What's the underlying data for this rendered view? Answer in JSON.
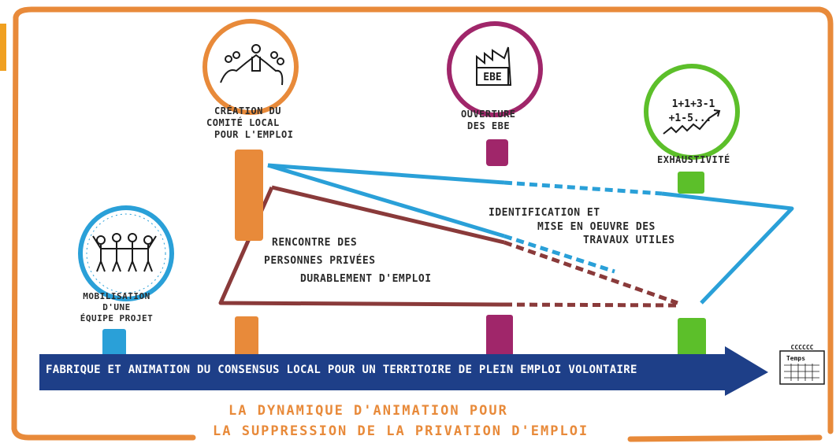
{
  "colors": {
    "frame": "#e88a3a",
    "blue": "#2aa0d8",
    "orange": "#e88a3a",
    "purple": "#a0266a",
    "green": "#5cbf2a",
    "brown": "#8a3a3a",
    "arrow": "#1e3f88"
  },
  "milestones": {
    "m1": {
      "label_lines": [
        "Mobilisation",
        "d'une",
        "équipe projet"
      ],
      "icon": "people-icon"
    },
    "m2": {
      "label_lines": [
        "Création du",
        "comité local",
        "pour l'emploi"
      ],
      "icon": "handshake-icon"
    },
    "m3": {
      "label_lines": [
        "Ouverture",
        "des EBE"
      ],
      "icon": "factory-icon",
      "icon_text": "EBE"
    },
    "m4": {
      "label_lines": [
        "Exhaustivité"
      ],
      "icon": "counting-icon",
      "icon_text_1": "1+1+3-1",
      "icon_text_2": "+1-5..."
    }
  },
  "phases": {
    "identification": [
      "Identification et",
      "mise en oeuvre des",
      "travaux utiles"
    ],
    "rencontre": [
      "Rencontre des",
      "personnes privées",
      "durablement d'emploi"
    ]
  },
  "arrow_label": "Fabrique et animation du consensus local pour un territoire de plein emploi volontaire",
  "timeline_end": {
    "label": "Temps",
    "top_text": "CCCCCC",
    "icon": "calendar-icon"
  },
  "footer": [
    "La dynamique d'animation pour",
    "la suppression de la privation d'emploi"
  ]
}
